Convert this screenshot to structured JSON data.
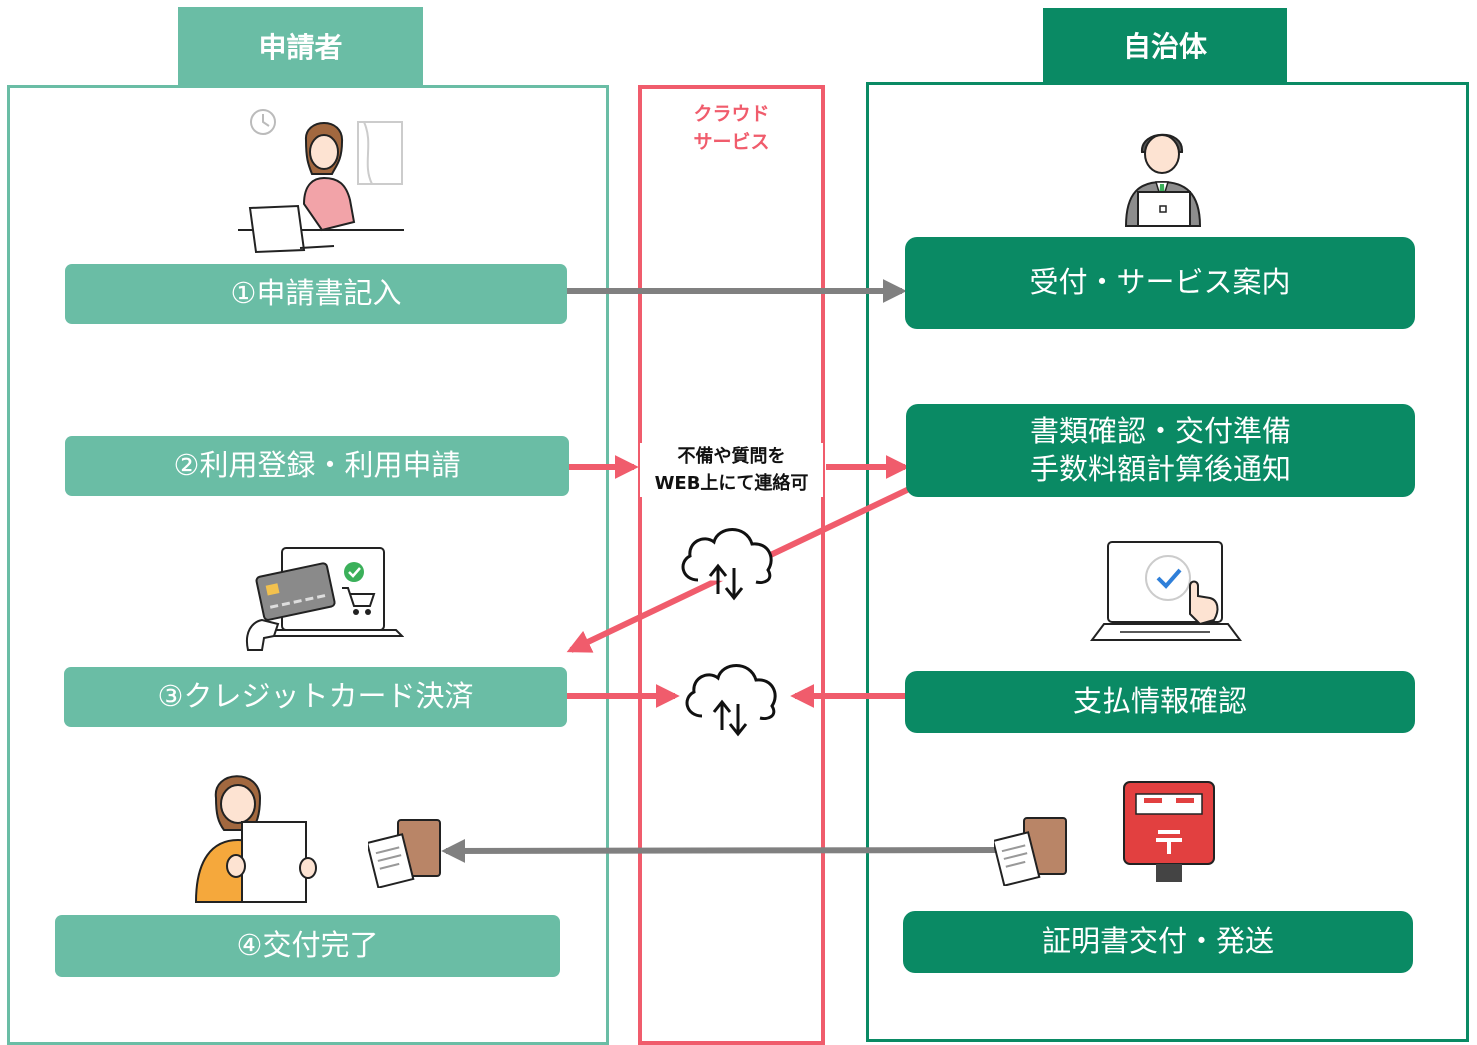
{
  "lanes": {
    "applicant": "申請者",
    "cloud": [
      "クラウド",
      "サービス"
    ],
    "municipality": "自治体"
  },
  "applicant_steps": {
    "step1": "①申請書記入",
    "step2": "②利用登録・利用申請",
    "step3": "③クレジットカード決済",
    "step4": "④交付完了"
  },
  "municipality_steps": {
    "reception": "受付・サービス案内",
    "review_line1": "書類確認・交付準備",
    "review_line2": "手数料額計算後通知",
    "payment_check": "支払情報確認",
    "issue": "証明書交付・発送"
  },
  "cloud_note": [
    "不備や質問を",
    "WEB上にて連絡可"
  ],
  "colors": {
    "applicant": "#6abda5",
    "municipality": "#0a8a64",
    "cloud": "#f05c6c",
    "arrow_gray": "#808080"
  }
}
